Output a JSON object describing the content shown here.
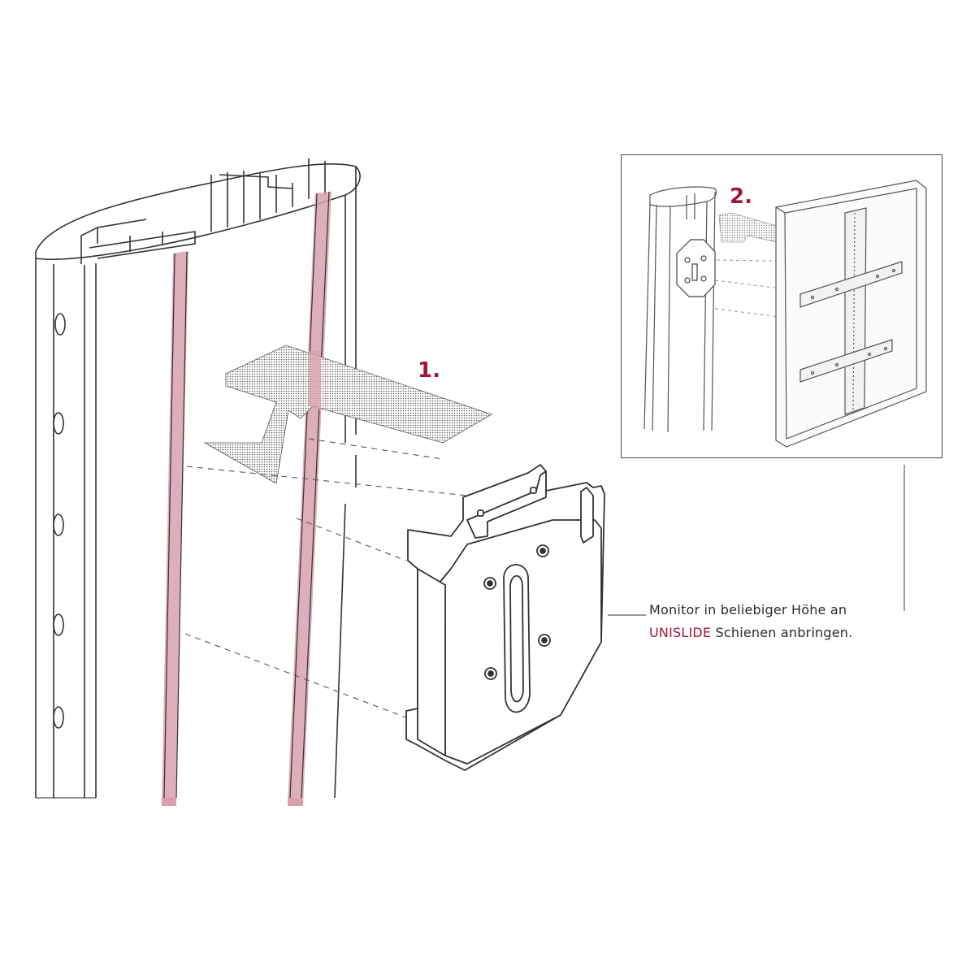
{
  "colors": {
    "accent": "#a01838",
    "rail_highlight": "#d8a0ad",
    "line": "#333333",
    "text": "#2a2a2a"
  },
  "steps": {
    "step1": "1.",
    "step2": "2."
  },
  "caption": {
    "line1": "Monitor in beliebiger Höhe an",
    "brand": "UNISLIDE",
    "line2_rest": " Schienen anbringen."
  }
}
